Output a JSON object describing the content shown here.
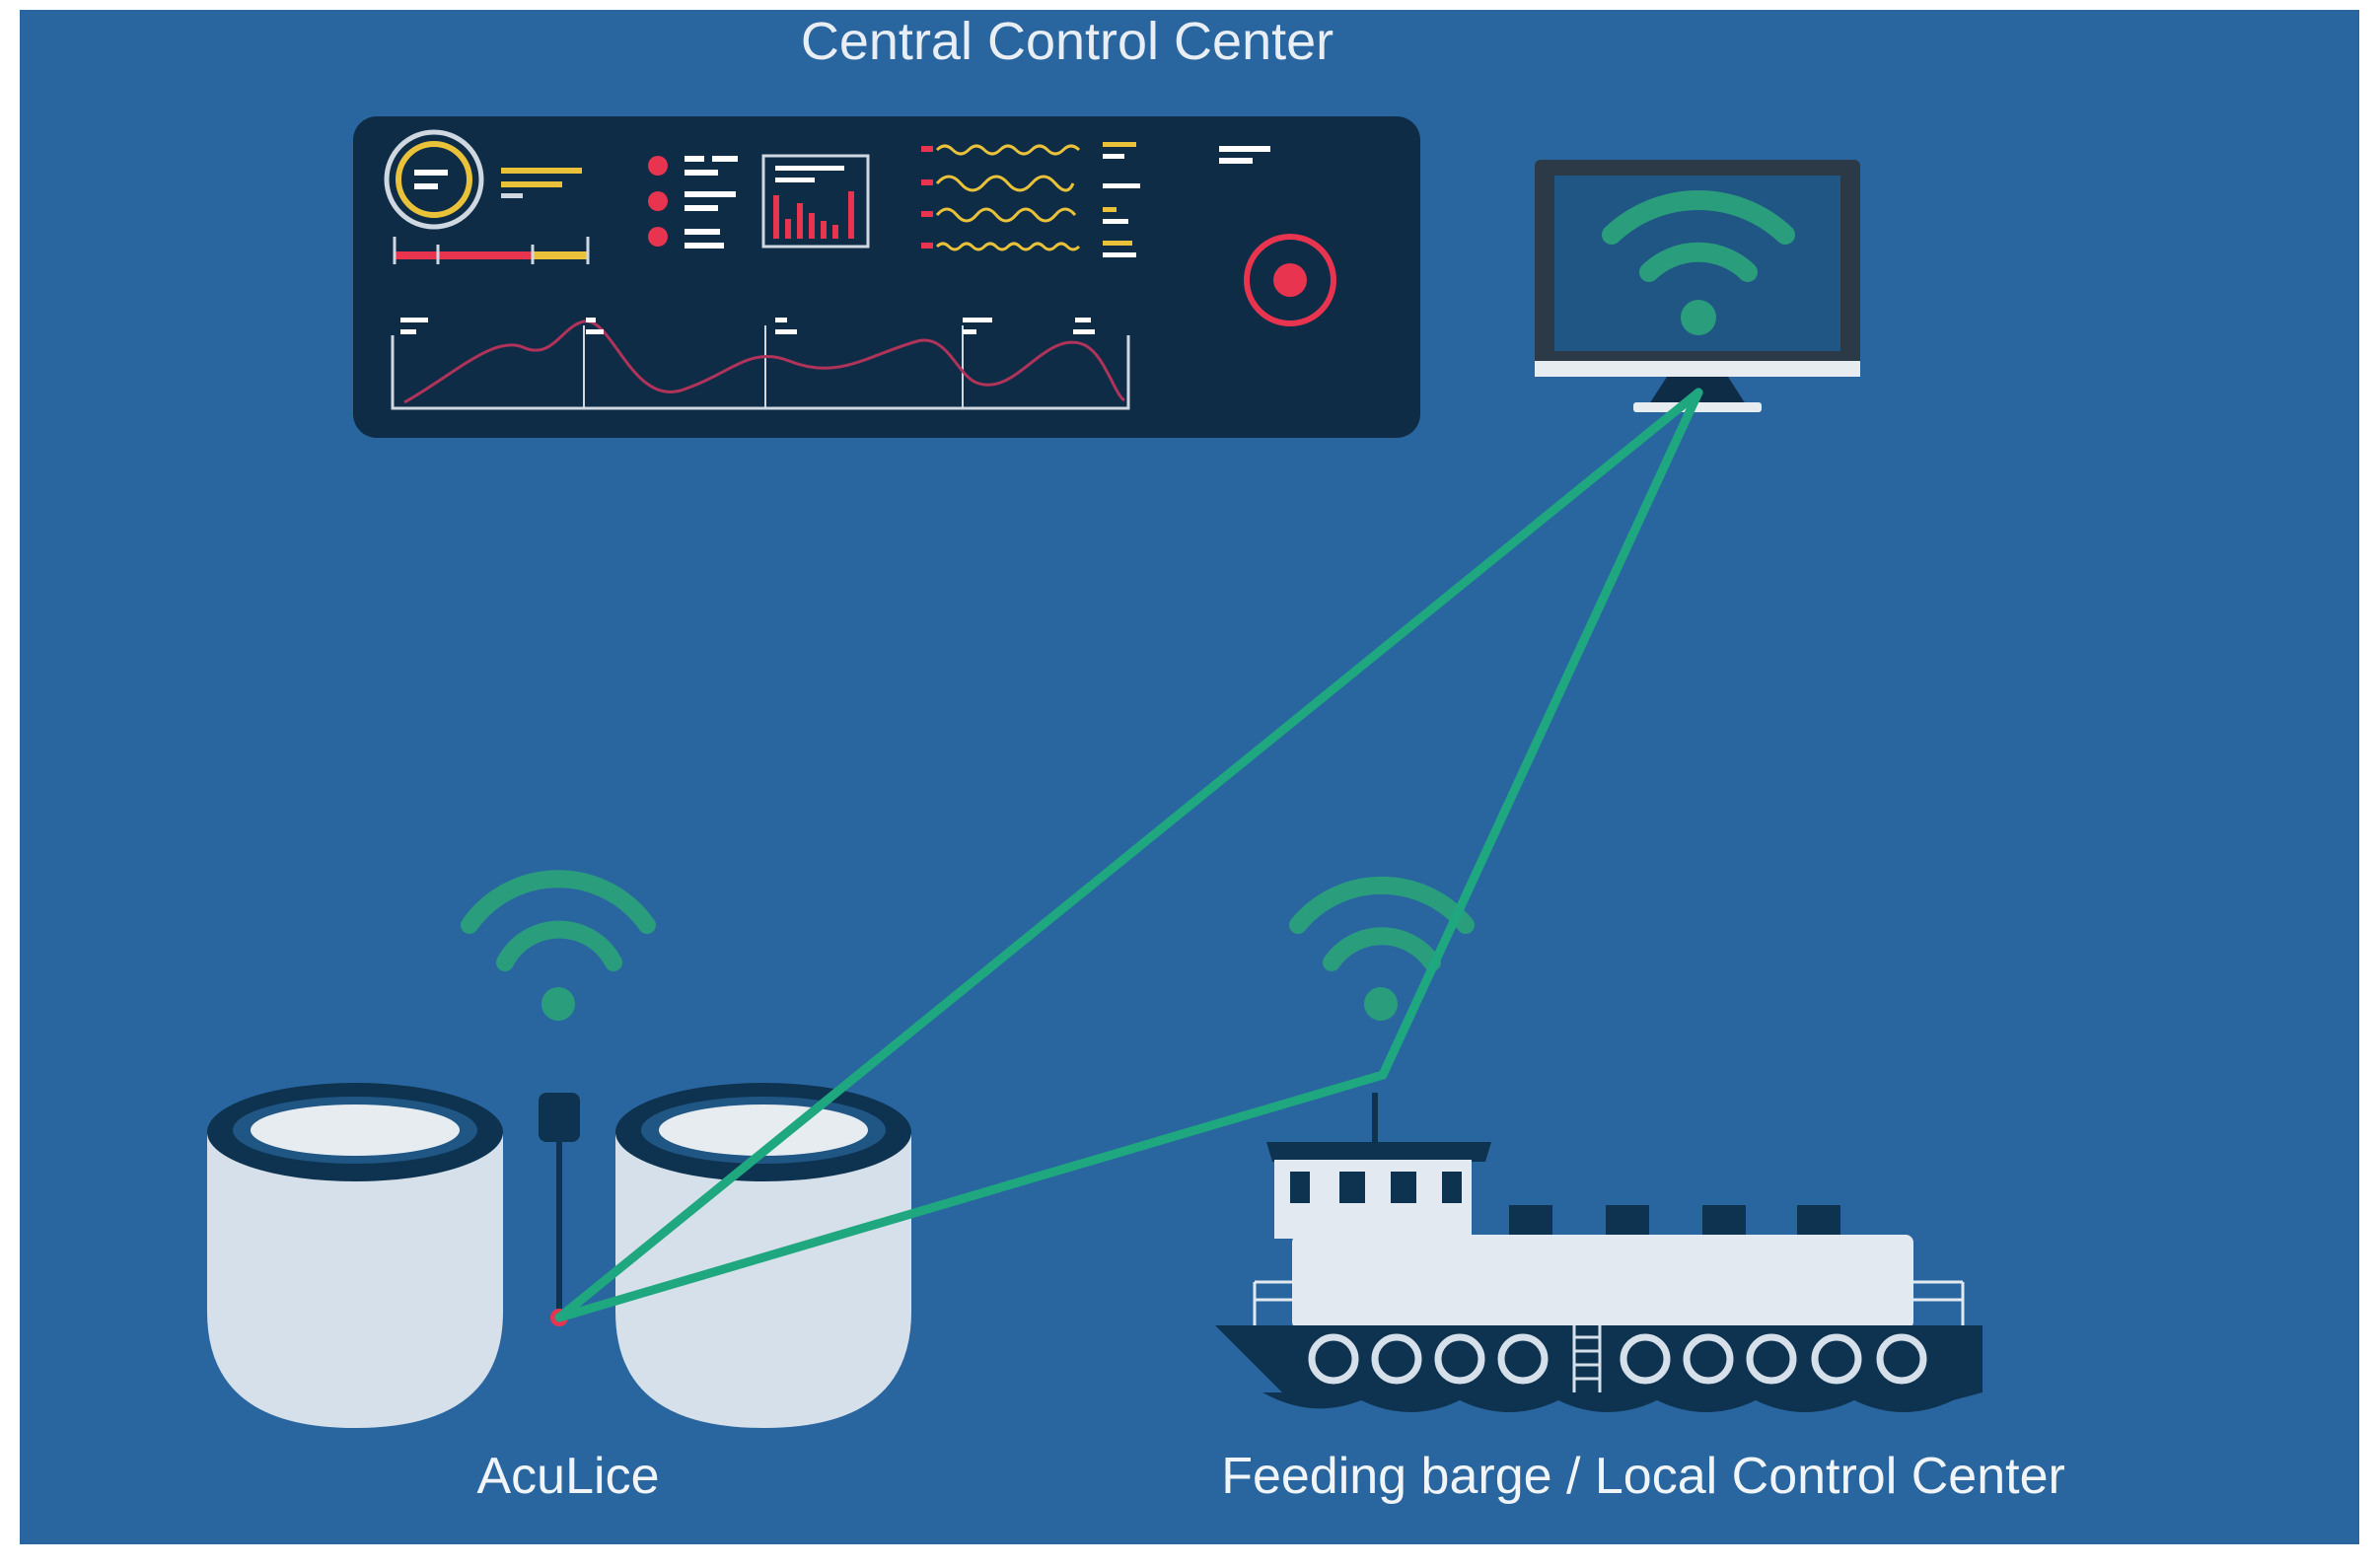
{
  "diagram": {
    "title": "Central Control Center",
    "labels": {
      "aculice": "AcuLice",
      "barge": "Feeding barge / Local Control Center"
    },
    "colors": {
      "background": "#2966a0",
      "panel": "#0f2c47",
      "link": "#1fa77f",
      "wifi": "#2a9d7c",
      "accent_red": "#e8344f",
      "accent_yellow": "#e9c23a",
      "cage_body": "#d6e0ea",
      "cage_rim": "#0e3350",
      "boat_hull": "#0e3350",
      "boat_deck": "#e2e9f0",
      "text": "#f2f5f8"
    },
    "icons": {
      "dashboard": "dashboard-panel-icon",
      "monitor": "monitor-icon",
      "wifi": "wifi-icon",
      "cage": "fish-cage-icon",
      "boat": "feeding-barge-icon",
      "sensor": "sensor-probe-icon"
    }
  }
}
